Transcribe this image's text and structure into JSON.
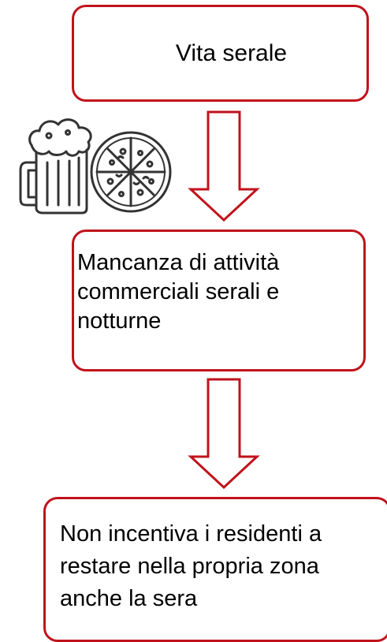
{
  "diagram": {
    "nodes": [
      {
        "id": "n1",
        "text": "Vita serale"
      },
      {
        "id": "n2",
        "text": "Mancanza di attività commerciali serali e notturne"
      },
      {
        "id": "n3",
        "text": "Non incentiva i residenti a restare nella propria zona anche la sera"
      }
    ],
    "edges": [
      {
        "from": "n1",
        "to": "n2"
      },
      {
        "from": "n2",
        "to": "n3"
      }
    ],
    "colors": {
      "border": "#c0121b",
      "arrow": "#c0121b",
      "text": "#000000",
      "illustration": "#333333"
    },
    "illustration": {
      "icons": [
        "beer-mug-icon",
        "pizza-icon"
      ]
    }
  }
}
